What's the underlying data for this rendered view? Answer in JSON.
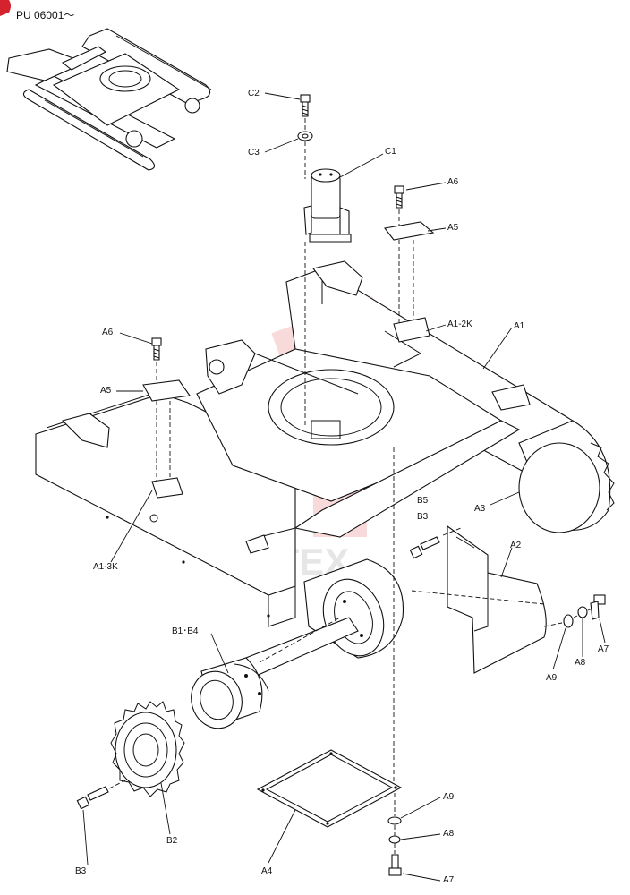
{
  "header": {
    "range": "PU 06001～"
  },
  "colors": {
    "line": "#111111",
    "watermark": "#e85a5a",
    "corner_mark": "#d4232f"
  },
  "icons": {
    "corner_mark": "red-corner-mark",
    "watermark": "company-logo-watermark"
  },
  "labels": {
    "C2": "C2",
    "C3": "C3",
    "C1": "C1",
    "A6_right": "A6",
    "A5_right": "A5",
    "A1_2K": "A1-2K",
    "A1": "A1",
    "A6_left": "A6",
    "A5_left": "A5",
    "A3": "A3",
    "A1_3K": "A1-3K",
    "B5": "B5",
    "B3_top": "B3",
    "A2": "A2",
    "A7_right": "A7",
    "A8_right": "A8",
    "A9_right": "A9",
    "B1_B4": "B1･B4",
    "B2": "B2",
    "B3_bottom": "B3",
    "A4": "A4",
    "A9_bottom": "A9",
    "A8_bottom": "A8",
    "A7_bottom": "A7"
  }
}
